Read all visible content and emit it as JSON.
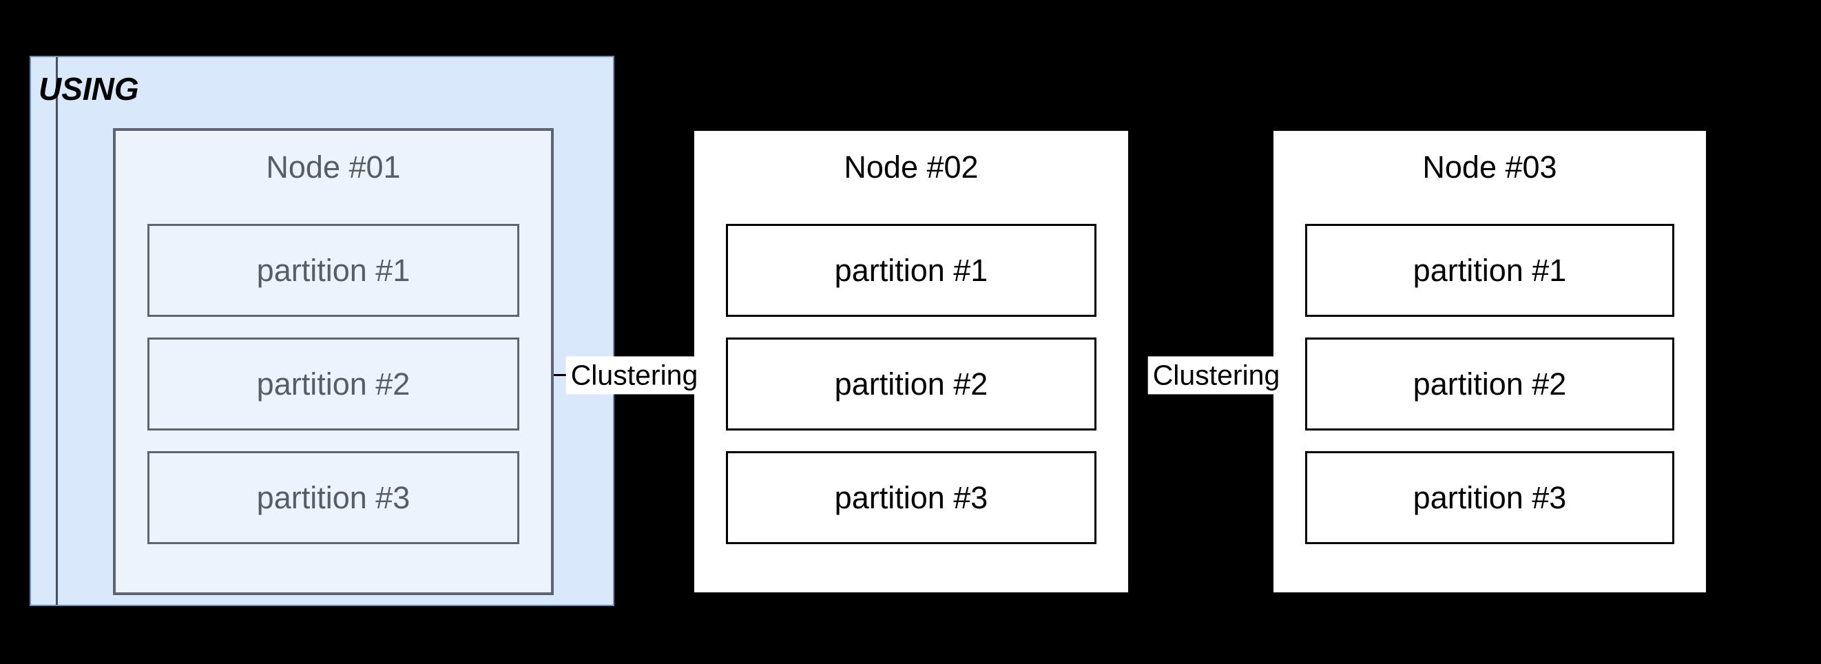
{
  "canvas": {
    "background": "#000000"
  },
  "using_container": {
    "label": "USING",
    "fill": "#dae8fc",
    "border_color": "#6c8ebf",
    "divider_color": "#47505c"
  },
  "nodes": [
    {
      "title": "Node #01",
      "style": "muted",
      "fill": "#edf3fc",
      "border_color": "#5d6670",
      "text_color": "#555e66",
      "partitions": [
        "partition #1",
        "partition #2",
        "partition #3"
      ]
    },
    {
      "title": "Node #02",
      "style": "plain",
      "fill": "#ffffff",
      "border_color": "#000000",
      "text_color": "#000000",
      "partitions": [
        "partition #1",
        "partition #2",
        "partition #3"
      ]
    },
    {
      "title": "Node #03",
      "style": "plain",
      "fill": "#ffffff",
      "border_color": "#000000",
      "text_color": "#000000",
      "partitions": [
        "partition #1",
        "partition #2",
        "partition #3"
      ]
    }
  ],
  "edges": [
    {
      "label": "Clustering",
      "label_bg": "#ffffff",
      "line_color": "#000000"
    },
    {
      "label": "Clustering",
      "label_bg": "#ffffff",
      "line_color": "#000000"
    }
  ]
}
